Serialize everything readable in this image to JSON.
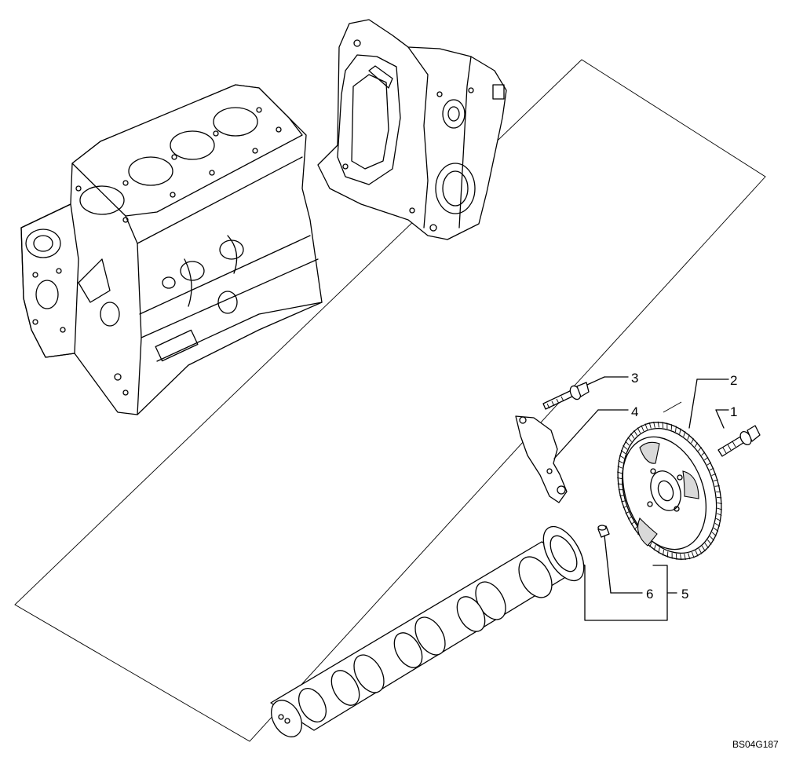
{
  "callouts": [
    {
      "id": "1",
      "label": "1"
    },
    {
      "id": "2",
      "label": "2"
    },
    {
      "id": "3",
      "label": "3"
    },
    {
      "id": "4",
      "label": "4"
    },
    {
      "id": "5",
      "label": "5"
    },
    {
      "id": "6",
      "label": "6"
    }
  ],
  "drawing_code": "BS04G187"
}
